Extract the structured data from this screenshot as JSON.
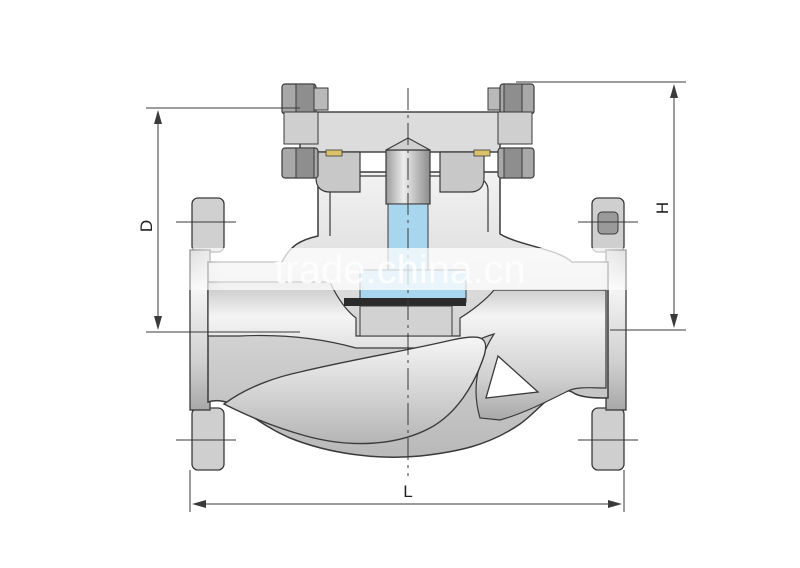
{
  "diagram": {
    "labels": {
      "length": "L",
      "height": "H",
      "diameter": "D"
    },
    "watermark": "trade.china.cn",
    "colors": {
      "body_light": "#e8e8e8",
      "body_mid": "#c9c9c9",
      "body_dark": "#9a9a9a",
      "outline": "#3a3a3a",
      "fluid": "#a9d6ef",
      "gasket": "#d9c26a",
      "seat": "#2b2b2b"
    }
  }
}
